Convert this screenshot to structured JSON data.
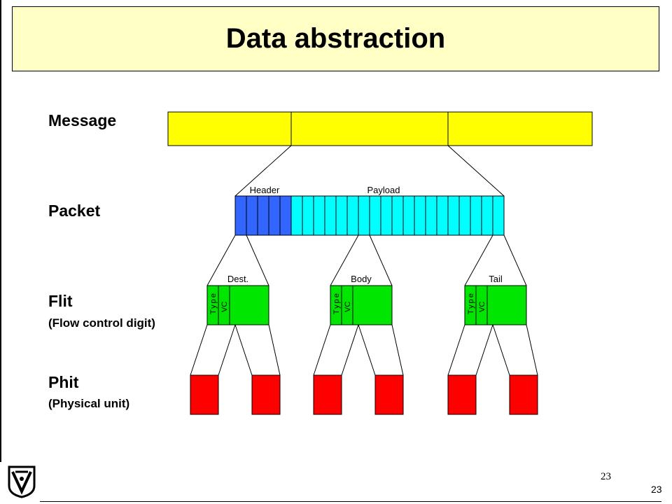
{
  "title": "Data abstraction",
  "levels": {
    "message": "Message",
    "packet": "Packet",
    "flit": "Flit",
    "flit_sub": "(Flow control digit)",
    "phit": "Phit",
    "phit_sub": "(Physical unit)"
  },
  "packet_labels": {
    "header": "Header",
    "payload": "Payload"
  },
  "flit_labels": [
    "Dest.",
    "Body",
    "Tail"
  ],
  "flit_fields": {
    "type": "Type",
    "vc": "VC"
  },
  "page_number": "23",
  "page_number_footer": "23",
  "colors": {
    "message": "#ffff00",
    "header": "#3366ff",
    "payload": "#00ffff",
    "flit": "#00e600",
    "phit": "#ff0000",
    "title_bg": "#ffffc6"
  }
}
